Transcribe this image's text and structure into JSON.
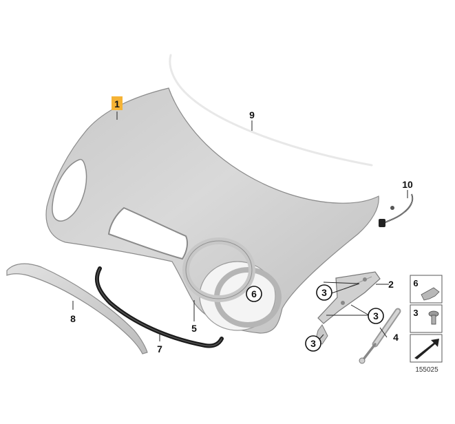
{
  "callouts": {
    "hood": "1",
    "hinge": "2",
    "screw_a": "3",
    "screw_b": "3",
    "screw_c": "3",
    "gas_strut": "4",
    "trim_ring": "5",
    "circle_6": "6",
    "seal_7": "7",
    "trim_8": "8",
    "seal_9": "9",
    "hose_10": "10"
  },
  "legend": {
    "item_6": "6",
    "item_3": "3"
  },
  "diagram_id": "155025",
  "colors": {
    "highlight": "#f5b335",
    "part_fill": "#d8d8d8",
    "part_dark": "#1a1a1a"
  }
}
